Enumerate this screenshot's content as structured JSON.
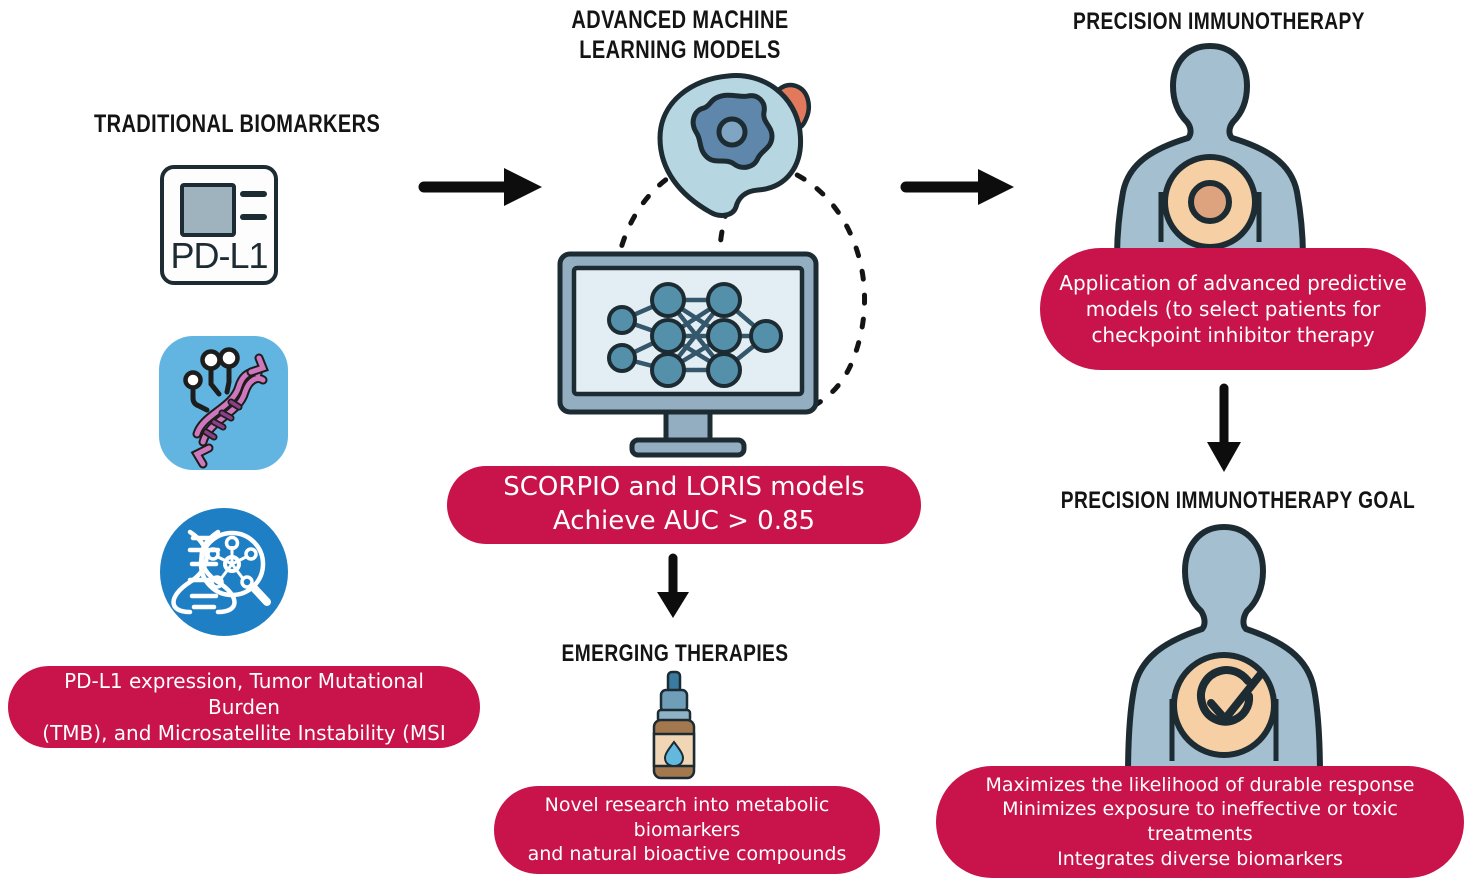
{
  "figure": {
    "type": "flow-diagram",
    "title": "Precision immunotherapy biomarker and machine-learning workflow",
    "background_color": "#FFFFFF",
    "accent_color": "#C8134B",
    "icon_blue": "#A9C7D6",
    "icon_dark": "#1D2B33"
  },
  "columns": {
    "left": {
      "header": "TRADITIONAL BIOMARKERS",
      "icons": [
        {
          "name": "pd-l1-assay-card",
          "label": "PD-L1"
        },
        {
          "name": "dna-circuit-tile",
          "label": ""
        },
        {
          "name": "dna-magnifier-tile",
          "label": ""
        }
      ],
      "banner": {
        "line1": "PD-L1 expression, Tumor Mutational Burden",
        "line2": "(TMB), and Microsatellite Instability (MSI"
      }
    },
    "center": {
      "header_line1": "ADVANCED MACHINE",
      "header_line2": "LEARNING MODELS",
      "cell_icon": "tumor-cell-icon",
      "monitor_icon": "neural-network-monitor-icon",
      "banner": {
        "line1": "SCORPIO and LORIS models",
        "line2": "Achieve AUC > 0.85"
      },
      "sub_header": "EMERGING THERAPIES",
      "dropper_icon": "dropper-bottle-icon",
      "sub_banner": {
        "line1": "Novel research into metabolic biomarkers",
        "line2": "and natural bioactive compounds"
      }
    },
    "right": {
      "top": {
        "header": "PRECISION IMMUNOTHERAPY",
        "figure_icon": "patient-torso-target-icon",
        "banner": {
          "line1": "Application of advanced predictive",
          "line2": "models (to select patients for",
          "line3": "checkpoint inhibitor therapy"
        }
      },
      "bottom": {
        "header": "PRECISION IMMUNOTHERAPY GOAL",
        "figure_icon": "patient-torso-check-icon",
        "banner": {
          "line1": "Maximizes the likelihood of durable response",
          "line2": "Minimizes exposure to ineffective or toxic treatments",
          "line3": "Integrates diverse biomarkers"
        }
      }
    }
  },
  "connectors": [
    {
      "name": "arrow-left-to-center",
      "direction": "right"
    },
    {
      "name": "arrow-center-to-right",
      "direction": "right"
    },
    {
      "name": "arrow-center-down-to-emerging",
      "direction": "down"
    },
    {
      "name": "arrow-right-top-to-goal",
      "direction": "down"
    },
    {
      "name": "dashed-arc-left",
      "direction": "curve"
    },
    {
      "name": "dashed-arc-right",
      "direction": "curve"
    },
    {
      "name": "dashed-link-cell-monitor",
      "direction": "curve"
    }
  ],
  "chart_data": {
    "type": "table",
    "title": "Precision immunotherapy workflow stages",
    "categories": [
      "Traditional Biomarkers",
      "Advanced Machine Learning Models",
      "Precision Immunotherapy",
      "Emerging Therapies",
      "Precision Immunotherapy Goal"
    ],
    "values": [
      "PD-L1 expression, Tumor Mutational Burden (TMB), and Microsatellite Instability (MSI",
      "SCORPIO and LORIS models Achieve AUC > 0.85",
      "Application of advanced predictive models (to select patients for checkpoint inhibitor therapy",
      "Novel research into metabolic biomarkers and natural bioactive compounds",
      "Maximizes the likelihood of durable response Minimizes exposure to ineffective or toxic treatments Integrates diverse biomarkers"
    ],
    "metrics": [
      {
        "name": "AUC",
        "operator": ">",
        "value": 0.85,
        "models": [
          "SCORPIO",
          "LORIS"
        ]
      }
    ]
  }
}
